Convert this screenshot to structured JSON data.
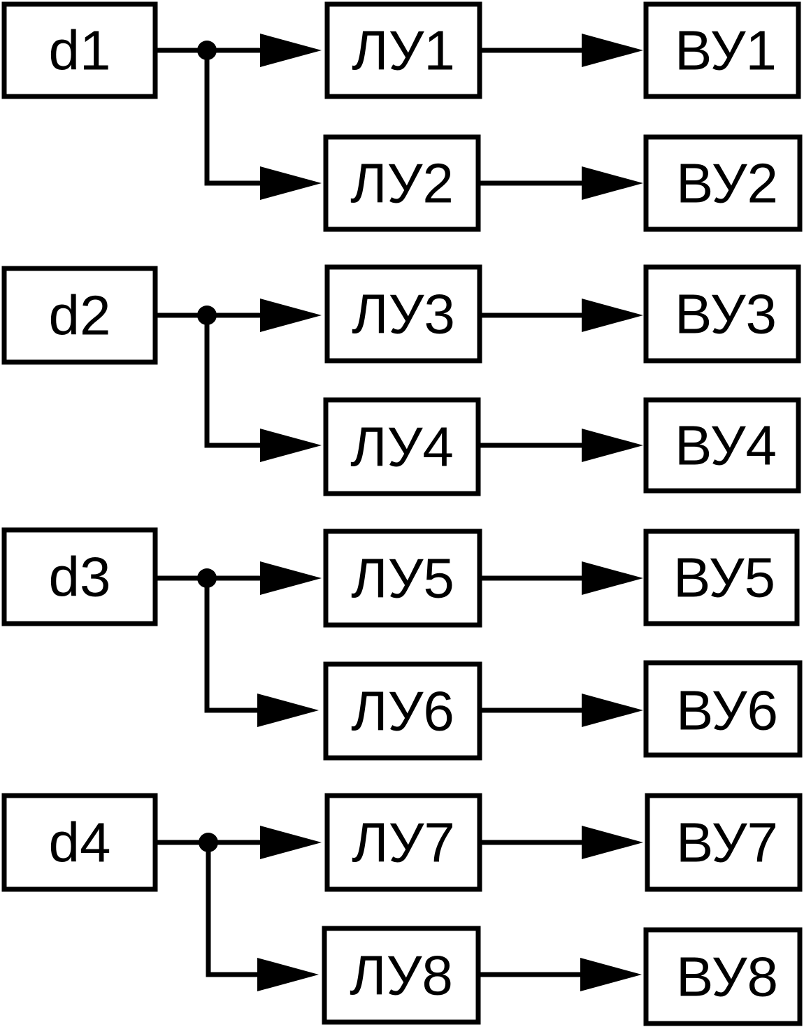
{
  "diagram": {
    "groups": [
      {
        "source": "d1",
        "branches": [
          {
            "logic": "ЛУ1",
            "output": "ВУ1"
          },
          {
            "logic": "ЛУ2",
            "output": "ВУ2"
          }
        ]
      },
      {
        "source": "d2",
        "branches": [
          {
            "logic": "ЛУ3",
            "output": "ВУ3"
          },
          {
            "logic": "ЛУ4",
            "output": "ВУ4"
          }
        ]
      },
      {
        "source": "d3",
        "branches": [
          {
            "logic": "ЛУ5",
            "output": "ВУ5"
          },
          {
            "logic": "ЛУ6",
            "output": "ВУ6"
          }
        ]
      },
      {
        "source": "d4",
        "branches": [
          {
            "logic": "ЛУ7",
            "output": "ВУ7"
          },
          {
            "logic": "ЛУ8",
            "output": "ВУ8"
          }
        ]
      }
    ],
    "colors": {
      "stroke": "#000000",
      "background": "#ffffff"
    }
  }
}
